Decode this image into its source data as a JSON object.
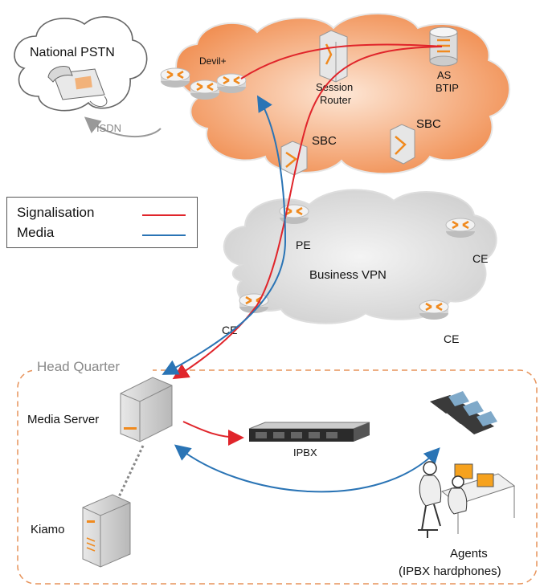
{
  "colors": {
    "signalisation": "#e0252b",
    "media": "#2a74b5",
    "cloud_orange": "#f2894a",
    "cloud_grey": "#d6d6d6",
    "router_orange": "#f08a1e",
    "hq_border": "#e7935a"
  },
  "labels": {
    "national_pstn": "National PSTN",
    "isdn": "ISDN",
    "devil": "Devil+",
    "session_router": "Session\nRouter",
    "session_router_line1": "Session",
    "session_router_line2": "Router",
    "as_line1": "AS",
    "as_line2": "BTIP",
    "sbc_left": "SBC",
    "sbc_right": "SBC",
    "pe": "PE",
    "ce_top_right": "CE",
    "business_vpn": "Business VPN",
    "ce_left": "CE",
    "ce_bottom_right": "CE",
    "head_quarter": "Head Quarter",
    "media_server": "Media Server",
    "ipbx": "IPBX",
    "kiamo": "Kiamo",
    "agents_line1": "Agents",
    "agents_line2": "(IPBX hardphones)"
  },
  "legend": {
    "signalisation": "Signalisation",
    "media": "Media"
  },
  "icons": [
    "telephone-icon",
    "router-icon",
    "session-router-icon",
    "database-icon",
    "sbc-icon",
    "server-icon",
    "rack-server-icon",
    "ip-phone-icon",
    "agent-workstation-icon"
  ]
}
